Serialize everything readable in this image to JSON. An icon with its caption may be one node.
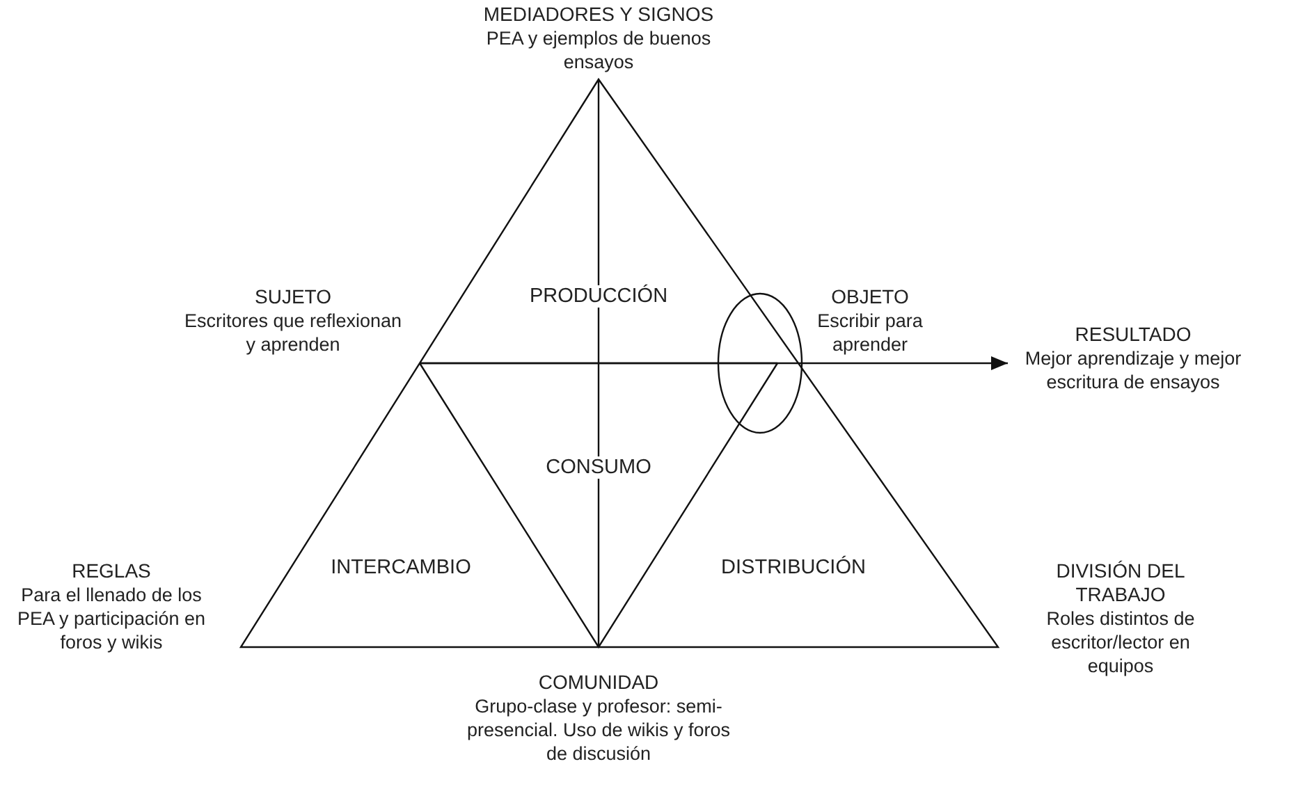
{
  "diagram": {
    "nodes": [
      {
        "text": [
          "MEDIADORES Y SIGNOS",
          "PEA y ejemplos de buenos ensayos"
        ]
      },
      {
        "text": [
          "SUJETO",
          "Escritores que reflexionan y aprenden"
        ]
      },
      {
        "text": [
          "OBJETO",
          "Escribir para aprender"
        ]
      },
      {
        "text": [
          "RESULTADO",
          "Mejor aprendizaje y mejor escritura de ensayos"
        ]
      },
      {
        "text": [
          "REGLAS",
          "Para el llenado de los PEA y participación en foros y wikis"
        ]
      },
      {
        "text": [
          "COMUNIDAD",
          "Grupo-clase y profesor: semi-presencial. Uso de wikis y foros de discusión"
        ]
      },
      {
        "text": [
          "DIVISIÓN DEL TRABAJO",
          "Roles distintos de escritor/lector en equipos"
        ]
      }
    ],
    "edges": [
      {
        "from": 1,
        "to": 3,
        "arrow": "to"
      }
    ],
    "labels": [
      "PRODUCCIÓN",
      "CONSUMO",
      "INTERCAMBIO",
      "DISTRIBUCIÓN"
    ]
  }
}
